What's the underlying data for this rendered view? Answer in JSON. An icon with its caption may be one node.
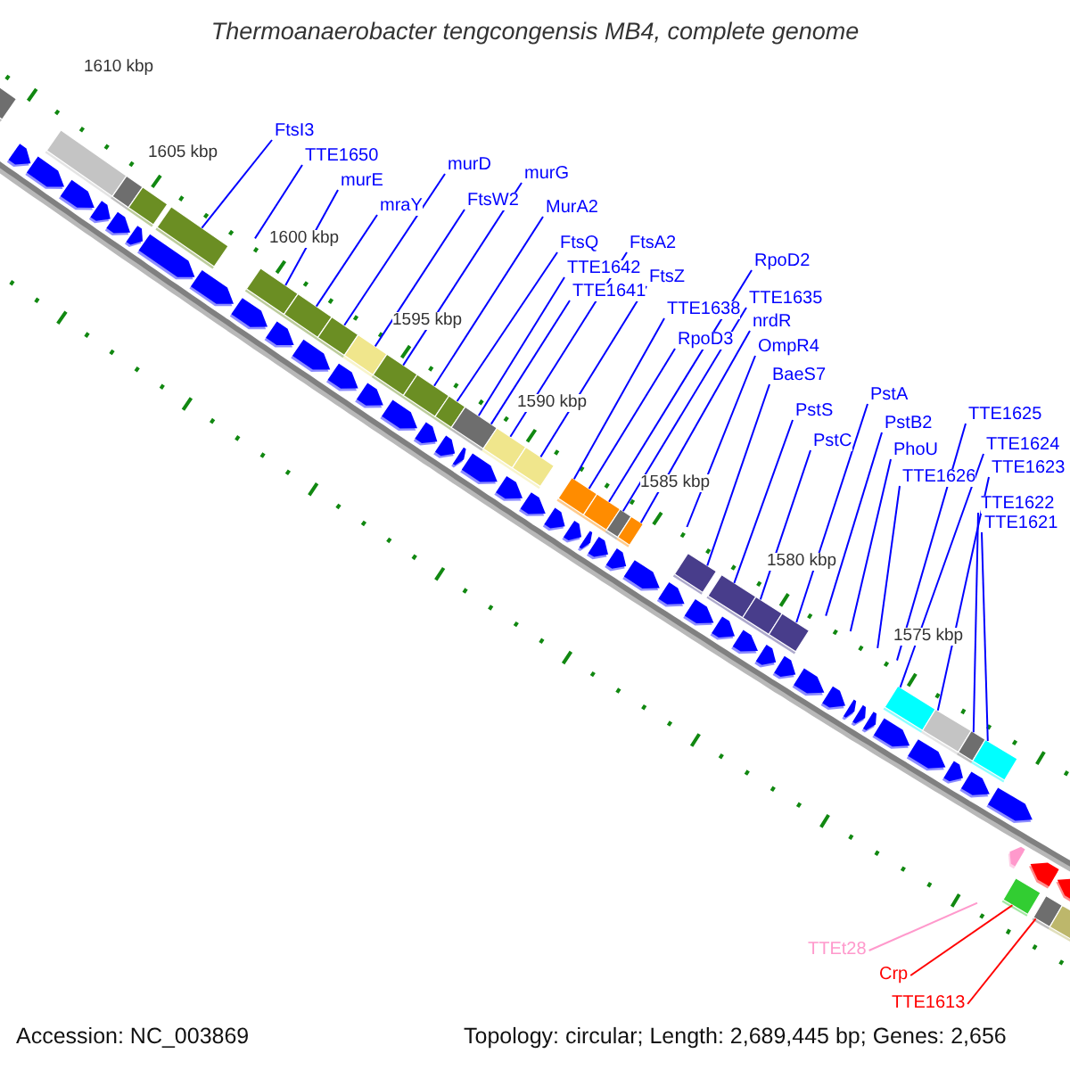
{
  "diagram": {
    "title": "Thermoanaerobacter tengcongensis MB4, complete genome",
    "nodes": [
      {
        "text": [
          "FtsI3"
        ]
      },
      {
        "text": [
          "TTE1650"
        ]
      },
      {
        "text": [
          "murE"
        ]
      },
      {
        "text": [
          "mraY"
        ]
      },
      {
        "text": [
          "murD"
        ]
      },
      {
        "text": [
          "FtsW2"
        ]
      },
      {
        "text": [
          "murG"
        ]
      },
      {
        "text": [
          "MurA2"
        ]
      },
      {
        "text": [
          "FtsQ"
        ]
      },
      {
        "text": [
          "TTE1642"
        ]
      },
      {
        "text": [
          "TTE1641"
        ]
      },
      {
        "text": [
          "FtsA2"
        ]
      },
      {
        "text": [
          "FtsZ"
        ]
      },
      {
        "text": [
          "TTE1638"
        ]
      },
      {
        "text": [
          "RpoD3"
        ]
      },
      {
        "text": [
          "RpoD2"
        ]
      },
      {
        "text": [
          "TTE1635"
        ]
      },
      {
        "text": [
          "nrdR"
        ]
      },
      {
        "text": [
          "OmpR4"
        ]
      },
      {
        "text": [
          "BaeS7"
        ]
      },
      {
        "text": [
          "PstS"
        ]
      },
      {
        "text": [
          "PstC"
        ]
      },
      {
        "text": [
          "PstA"
        ]
      },
      {
        "text": [
          "PstB2"
        ]
      },
      {
        "text": [
          "PhoU"
        ]
      },
      {
        "text": [
          "TTE1626"
        ]
      },
      {
        "text": [
          "TTE1625"
        ]
      },
      {
        "text": [
          "TTE1624"
        ]
      },
      {
        "text": [
          "TTE1623"
        ]
      },
      {
        "text": [
          "TTE1622"
        ]
      },
      {
        "text": [
          "TTE1621"
        ]
      },
      {
        "text": [
          "TTEt28"
        ]
      },
      {
        "text": [
          "Crp"
        ]
      },
      {
        "text": [
          "TTE1613"
        ]
      },
      {
        "text": [],
        "shape": "box"
      },
      {
        "text": [],
        "shape": "box"
      },
      {
        "text": [],
        "shape": "box"
      },
      {
        "text": [],
        "shape": "box"
      },
      {
        "text": [],
        "shape": "box"
      },
      {
        "text": [],
        "shape": "box"
      },
      {
        "text": [],
        "shape": "box"
      },
      {
        "text": [],
        "shape": "box"
      },
      {
        "text": [],
        "shape": "box"
      },
      {
        "text": [],
        "shape": "box"
      },
      {
        "text": [],
        "shape": "box"
      },
      {
        "text": [],
        "shape": "box"
      },
      {
        "text": [],
        "shape": "box"
      },
      {
        "text": [],
        "shape": "box"
      },
      {
        "text": [],
        "shape": "box"
      },
      {
        "text": [],
        "shape": "box"
      },
      {
        "text": [],
        "shape": "box"
      },
      {
        "text": [],
        "shape": "box"
      },
      {
        "text": [],
        "shape": "box"
      },
      {
        "text": [],
        "shape": "box"
      },
      {
        "text": [],
        "shape": "box"
      },
      {
        "text": [],
        "shape": "box"
      },
      {
        "text": [],
        "shape": "box"
      },
      {
        "text": [],
        "shape": "box"
      },
      {
        "text": [],
        "shape": "box"
      },
      {
        "text": [],
        "shape": "box"
      },
      {
        "text": [],
        "shape": "box"
      },
      {
        "text": [],
        "shape": "box"
      },
      {
        "text": [],
        "shape": "box"
      },
      {
        "text": [],
        "shape": "box"
      }
    ],
    "edges": [
      {
        "from": 0,
        "to": 38,
        "arrow": "none"
      },
      {
        "from": 1,
        "to": null,
        "arrow": "none"
      },
      {
        "from": 2,
        "to": 39,
        "arrow": "none"
      },
      {
        "from": 3,
        "to": 40,
        "arrow": "none"
      },
      {
        "from": 4,
        "to": 41,
        "arrow": "none"
      },
      {
        "from": 5,
        "to": 42,
        "arrow": "none"
      },
      {
        "from": 6,
        "to": 43,
        "arrow": "none"
      },
      {
        "from": 7,
        "to": 44,
        "arrow": "none"
      },
      {
        "from": 8,
        "to": 45,
        "arrow": "none"
      },
      {
        "from": 9,
        "to": 46,
        "arrow": "none"
      },
      {
        "from": 10,
        "to": 46,
        "arrow": "none"
      },
      {
        "from": 11,
        "to": 47,
        "arrow": "none"
      },
      {
        "from": 12,
        "to": 48,
        "arrow": "none"
      },
      {
        "from": 13,
        "to": 49,
        "arrow": "none"
      },
      {
        "from": 14,
        "to": 49,
        "arrow": "none"
      },
      {
        "from": 15,
        "to": 50,
        "arrow": "none"
      },
      {
        "from": 16,
        "to": 51,
        "arrow": "none"
      },
      {
        "from": 17,
        "to": 52,
        "arrow": "none"
      },
      {
        "from": 18,
        "to": null,
        "arrow": "none"
      },
      {
        "from": 19,
        "to": 53,
        "arrow": "none"
      },
      {
        "from": 20,
        "to": 54,
        "arrow": "none"
      },
      {
        "from": 21,
        "to": 55,
        "arrow": "none"
      },
      {
        "from": 22,
        "to": 56,
        "arrow": "none"
      },
      {
        "from": 23,
        "to": null,
        "arrow": "none"
      },
      {
        "from": 24,
        "to": null,
        "arrow": "none"
      },
      {
        "from": 25,
        "to": null,
        "arrow": "none"
      },
      {
        "from": 26,
        "to": null,
        "arrow": "none"
      },
      {
        "from": 27,
        "to": 57,
        "arrow": "none"
      },
      {
        "from": 28,
        "to": 58,
        "arrow": "none"
      },
      {
        "from": 29,
        "to": 59,
        "arrow": "none"
      },
      {
        "from": 30,
        "to": 60,
        "arrow": "none"
      },
      {
        "from": 31,
        "to": null,
        "arrow": "none",
        "color": "#ff99cc"
      },
      {
        "from": 32,
        "to": 61,
        "arrow": "none",
        "color": "#ff0000"
      },
      {
        "from": 33,
        "to": 62,
        "arrow": "none",
        "color": "#ff0000"
      }
    ],
    "labels": [
      "1610 kbp",
      "1605 kbp",
      "1600 kbp",
      "1595 kbp",
      "1590 kbp",
      "1585 kbp",
      "1580 kbp",
      "1575 kbp",
      "Accession: NC_003869",
      "Topology: circular; Length: 2,689,445 bp; Genes: 2,656"
    ]
  }
}
